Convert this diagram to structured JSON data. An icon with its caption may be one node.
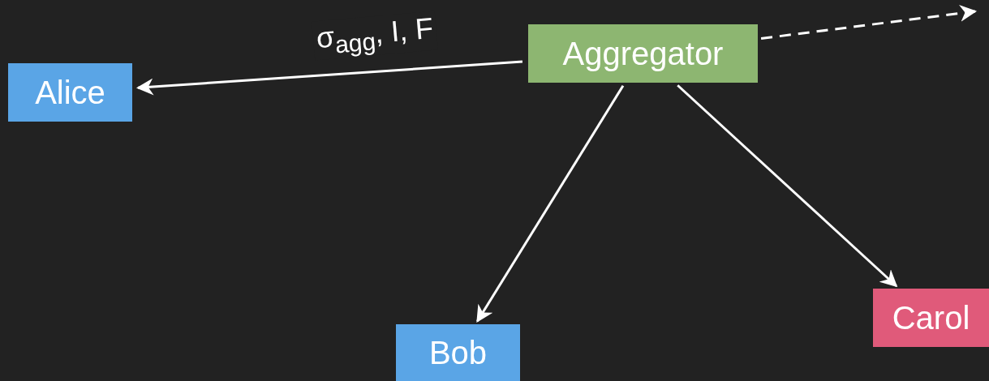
{
  "diagram": {
    "nodes": [
      {
        "text": [
          "Alice"
        ]
      },
      {
        "text": [
          "Aggregator"
        ]
      },
      {
        "text": [
          "Bob"
        ]
      },
      {
        "text": [
          "Carol"
        ]
      }
    ],
    "edges": [
      {
        "from": 1,
        "to": 0,
        "arrow": "to",
        "label": "σ$_{agg}$, I, F"
      },
      {
        "from": 1,
        "to": null,
        "arrow": "to",
        "style": "dashed"
      },
      {
        "from": 1,
        "to": 2,
        "arrow": "to"
      },
      {
        "from": 1,
        "to": 3,
        "arrow": "to"
      }
    ]
  }
}
